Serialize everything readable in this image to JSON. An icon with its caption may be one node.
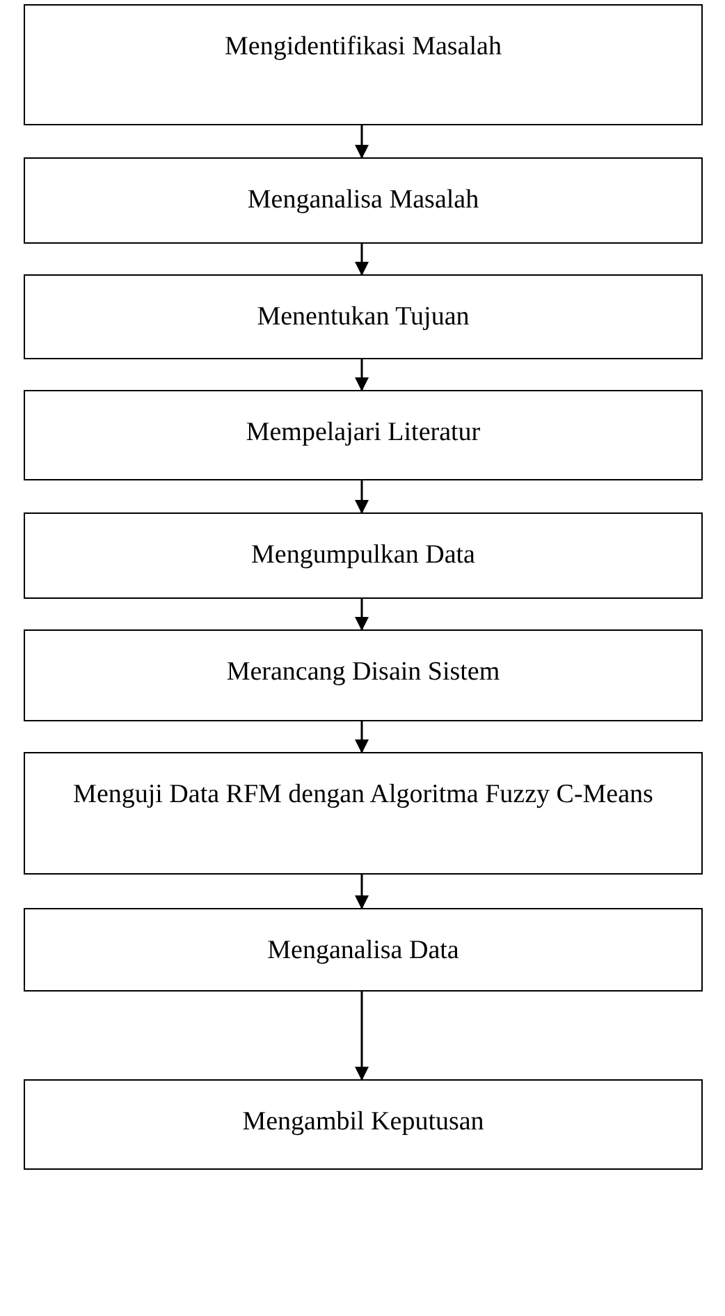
{
  "diagram": {
    "nodes": [
      {
        "text": [
          "Mengidentifikasi Masalah"
        ]
      },
      {
        "text": [
          "Menganalisa Masalah"
        ]
      },
      {
        "text": [
          "Menentukan Tujuan"
        ]
      },
      {
        "text": [
          "Mempelajari Literatur"
        ]
      },
      {
        "text": [
          "Mengumpulkan Data"
        ]
      },
      {
        "text": [
          "Merancang Disain Sistem"
        ]
      },
      {
        "text": [
          "Menguji Data RFM dengan Algoritma Fuzzy C-Means"
        ]
      },
      {
        "text": [
          "Menganalisa Data"
        ]
      },
      {
        "text": [
          "Mengambil Keputusan"
        ]
      }
    ],
    "edges": [
      {
        "from": 0,
        "to": 1,
        "arrow": "to"
      },
      {
        "from": 1,
        "to": 2,
        "arrow": "to"
      },
      {
        "from": 2,
        "to": 3,
        "arrow": "to"
      },
      {
        "from": 3,
        "to": 4,
        "arrow": "to"
      },
      {
        "from": 4,
        "to": 5,
        "arrow": "to"
      },
      {
        "from": 5,
        "to": 6,
        "arrow": "to"
      },
      {
        "from": 6,
        "to": 7,
        "arrow": "to"
      },
      {
        "from": 7,
        "to": 8,
        "arrow": "to"
      }
    ]
  }
}
